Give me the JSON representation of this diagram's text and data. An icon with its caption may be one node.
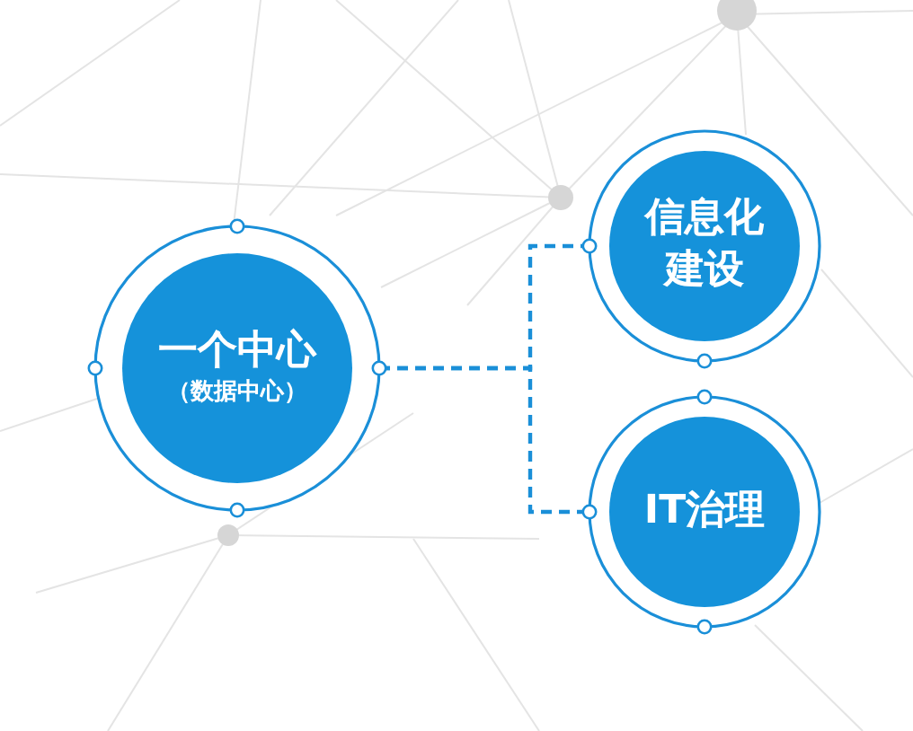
{
  "diagram": {
    "nodes": [
      {
        "text": [
          "一个中心",
          "（数据中心）"
        ]
      },
      {
        "text": [
          "信息化建设"
        ]
      },
      {
        "text": [
          "IT治理"
        ]
      }
    ],
    "edges": [
      {
        "from": 0,
        "to": 1,
        "arrow": "none",
        "style": "dashed"
      },
      {
        "from": 0,
        "to": 2,
        "arrow": "none",
        "style": "dashed"
      }
    ]
  }
}
